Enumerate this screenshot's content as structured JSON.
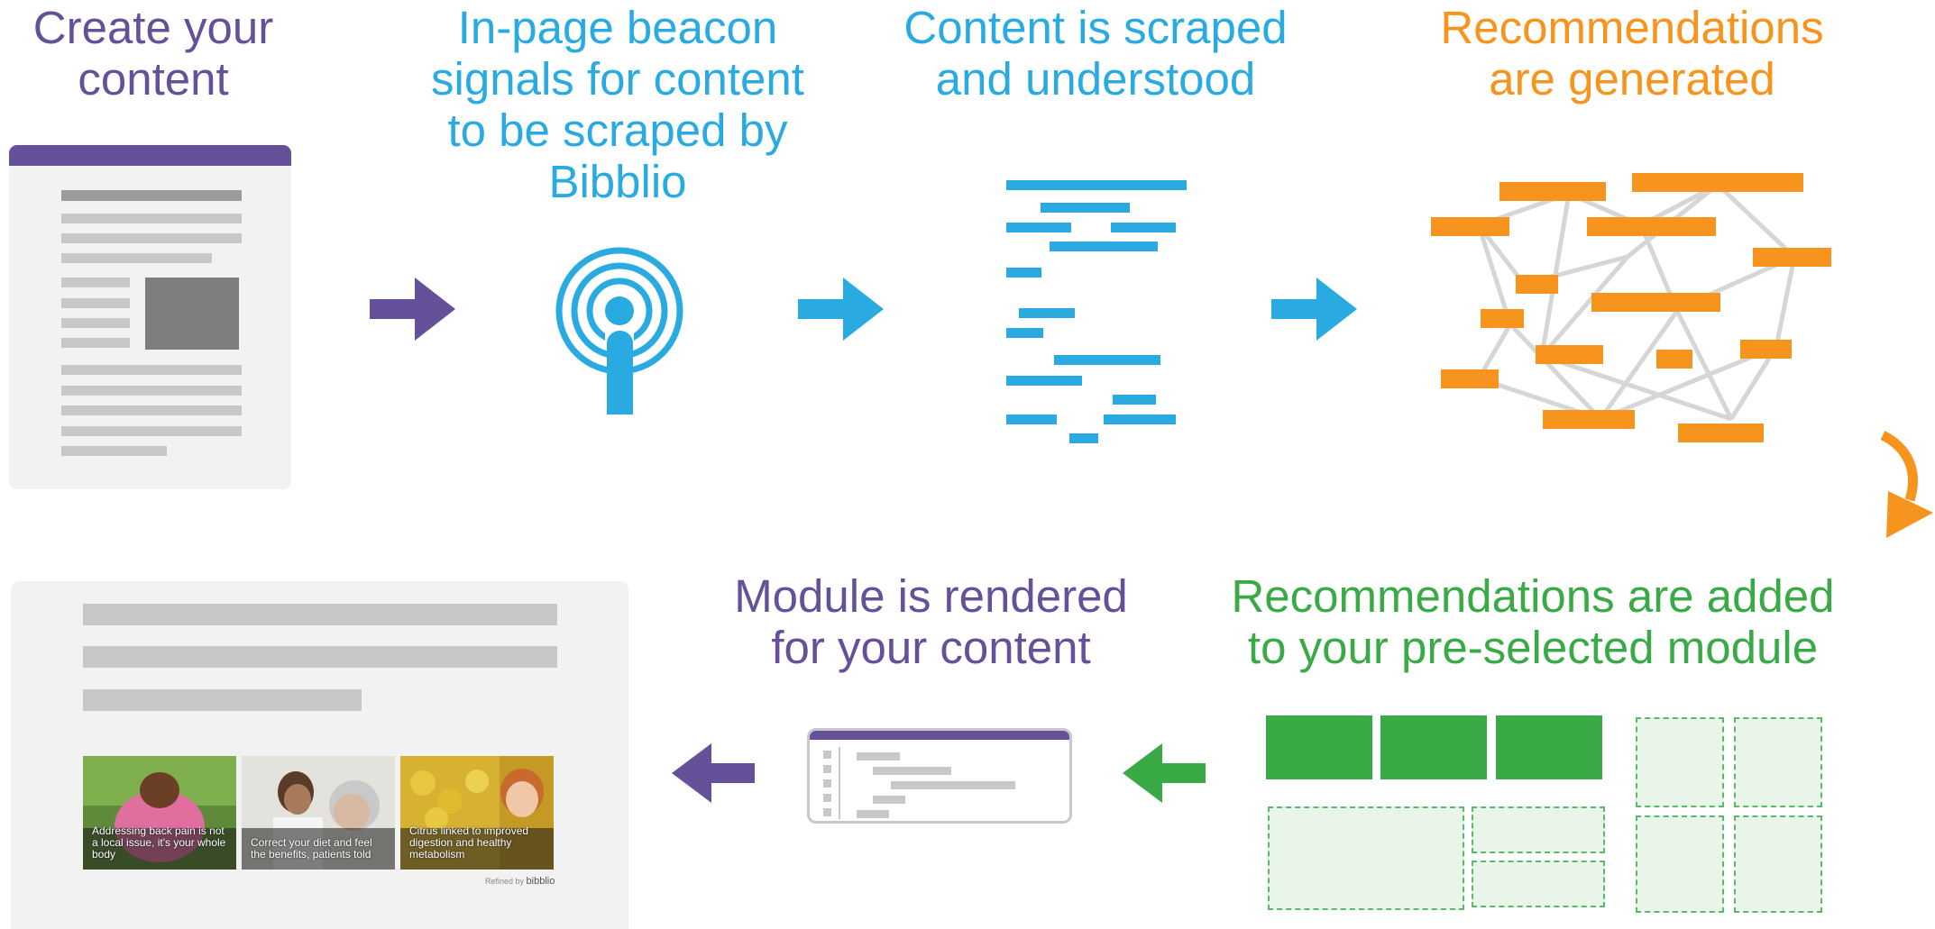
{
  "steps": {
    "create": "Create your\ncontent",
    "beacon": "In-page beacon\nsignals for content\nto be scraped by\nBibblio",
    "scraped": "Content is scraped\nand understood",
    "generated": "Recommendations\nare generated",
    "added": "Recommendations are added\nto your pre-selected module",
    "rendered": "Module is rendered\nfor your content"
  },
  "cards": [
    {
      "caption": "Addressing back pain is not a local issue, it's your whole body"
    },
    {
      "caption": "Correct your diet and feel the benefits, patients told"
    },
    {
      "caption": "Citrus linked to improved digestion and healthy metabolism"
    }
  ],
  "refined_by": "Refined by",
  "refined_brand": "bibblio",
  "colors": {
    "purple": "#65509a",
    "blue": "#29abe2",
    "orange": "#f7941d",
    "green": "#3aaa47",
    "gray": "#c8c8c8"
  },
  "icons": [
    "document-icon",
    "beacon-icon",
    "scraped-lines-icon",
    "network-graph-icon",
    "module-layout-icon",
    "module-window-icon",
    "arrow-right-icon",
    "arrow-left-icon",
    "curved-arrow-icon"
  ]
}
